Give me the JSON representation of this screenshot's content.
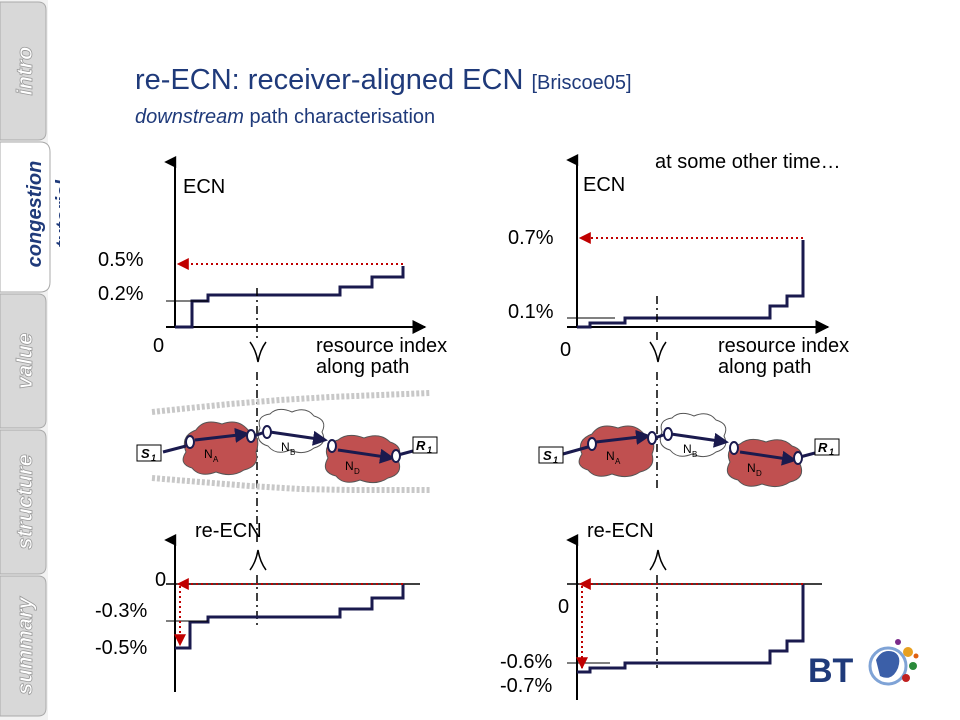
{
  "sidebar": {
    "tabs": [
      {
        "label": "intro",
        "active": false
      },
      {
        "label": "congestion",
        "label2": "tutorial",
        "active": true
      },
      {
        "label": "value",
        "active": false
      },
      {
        "label": "structure",
        "active": false
      },
      {
        "label": "summary",
        "active": false
      }
    ]
  },
  "header": {
    "title": "re-ECN: receiver-aligned ECN ",
    "title_ref": "[Briscoe05]",
    "subtitle_em": "downstream",
    "subtitle_rest": " path characterisation"
  },
  "left": {
    "ecn_label": "ECN",
    "ecn_total": "0.5%",
    "ecn_first": "0.2%",
    "ecn_zero": "0",
    "xlabel_1": "resource index",
    "xlabel_2": "along path",
    "reecn_label": "re-ECN",
    "reecn_zero": "0",
    "reecn_first": "-0.3%",
    "reecn_total": "-0.5%"
  },
  "right": {
    "note": "at some other time…",
    "ecn_label": "ECN",
    "ecn_total": "0.7%",
    "ecn_first": "0.1%",
    "ecn_zero": "0",
    "xlabel_1": "resource index",
    "xlabel_2": "along path",
    "reecn_label": "re-ECN",
    "reecn_zero": "0",
    "reecn_first": "-0.6%",
    "reecn_total": "-0.7%"
  },
  "network": {
    "sender": "S",
    "sender_sub": "1",
    "receiver": "R",
    "receiver_sub": "1",
    "na": "N",
    "na_sub": "A",
    "nb": "N",
    "nb_sub": "B",
    "nd": "N",
    "nd_sub": "D"
  },
  "logo": {
    "text": "BT"
  },
  "colors": {
    "title": "#1f3a7a",
    "step_line": "#1a1a4e",
    "dotted_arrow": "#c00000",
    "cloud_red": "#c05050",
    "tab_gray": "#d8d8d8"
  }
}
